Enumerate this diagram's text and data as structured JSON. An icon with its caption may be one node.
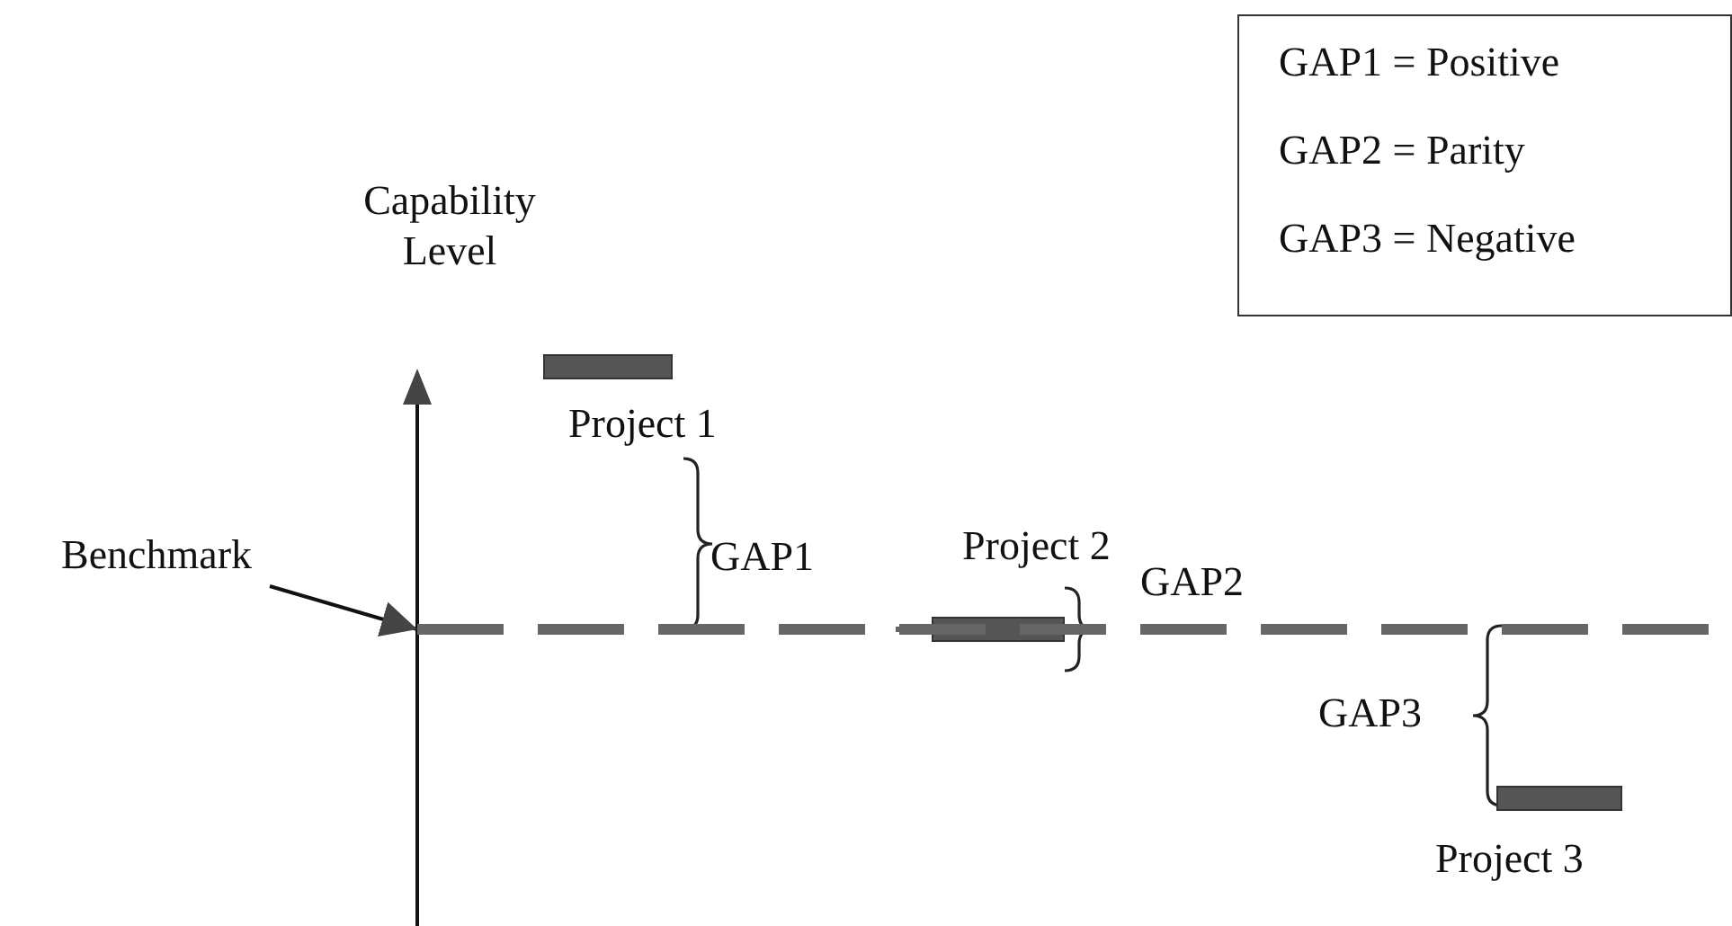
{
  "diagram": {
    "nodes": [
      {
        "text": [
          "GAP1 = Positive",
          "GAP2 = Parity",
          "GAP3 = Negative"
        ]
      },
      {
        "text": [
          "Benchmark"
        ]
      },
      {
        "text": [],
        "shape": "bar",
        "beside": [
          "Project 1"
        ]
      },
      {
        "text": [],
        "shape": "bar",
        "beside": [
          "Project 2"
        ]
      },
      {
        "text": [],
        "shape": "bar",
        "beside": [
          "Project 3"
        ]
      },
      {
        "text": [],
        "shape": "line"
      }
    ],
    "edges": [
      {
        "from": 1,
        "to": 5,
        "arrow": "to"
      }
    ],
    "labels": [
      "Capability Level",
      "GAP1",
      "GAP2",
      "GAP3"
    ]
  }
}
